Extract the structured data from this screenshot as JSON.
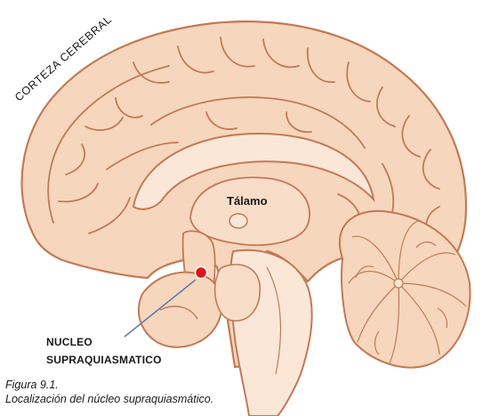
{
  "labels": {
    "cortex": "CORTEZA CEREBRAL",
    "thalamus": "Tálamo",
    "nucleus_line1": "NUCLEO",
    "nucleus_line2": "SUPRAQUIASMATICO"
  },
  "caption": {
    "figure_number": "Figura 9.1.",
    "text": "Localización del núcleo supraquiasmático."
  },
  "colors": {
    "tissue": "#f6d6bd",
    "tissue_light": "#fbe7d8",
    "outline": "#c27a55",
    "marker": "#e0141b",
    "pointer": "#5f7fa8"
  },
  "icons": {
    "marker": "red-dot-marker",
    "pointer": "leader-line"
  }
}
